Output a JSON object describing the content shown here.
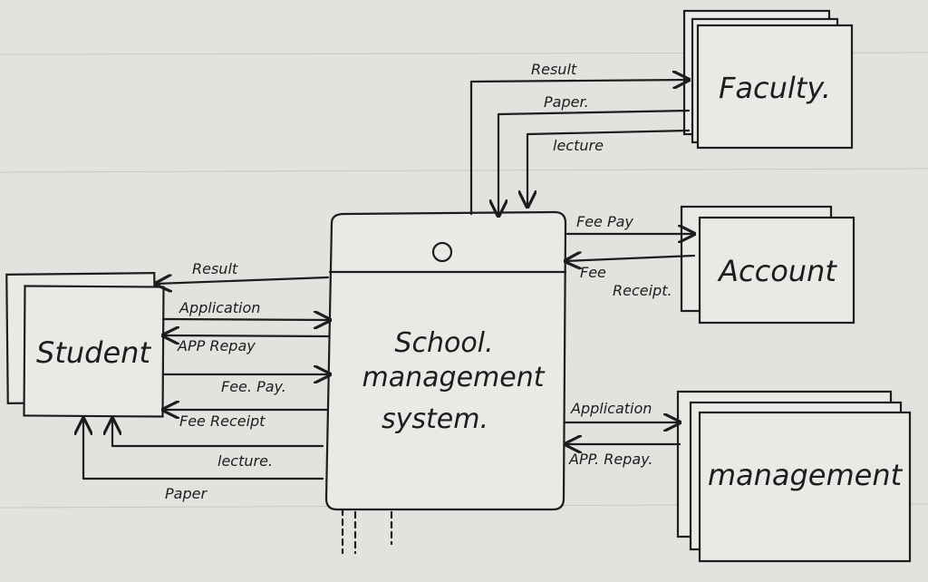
{
  "process": {
    "id": "0",
    "name_lines": [
      "School.",
      "management",
      "system."
    ]
  },
  "entities": {
    "student": "Student",
    "faculty": "Faculty.",
    "account": "Account",
    "management": "management"
  },
  "flows": {
    "student": {
      "result": "Result",
      "application": "Application",
      "app_reply": "APP Repay",
      "fee_pay": "Fee. Pay.",
      "fee_receipt": "Fee Receipt",
      "lecture": "lecture.",
      "paper": "Paper"
    },
    "faculty": {
      "result": "Result",
      "paper": "Paper.",
      "lecture": "lecture"
    },
    "account": {
      "fee_pay": "Fee Pay",
      "fee_receipt_1": "Fee",
      "fee_receipt_2": "Receipt."
    },
    "management": {
      "application": "Application",
      "app_reply": "APP. Repay."
    }
  }
}
